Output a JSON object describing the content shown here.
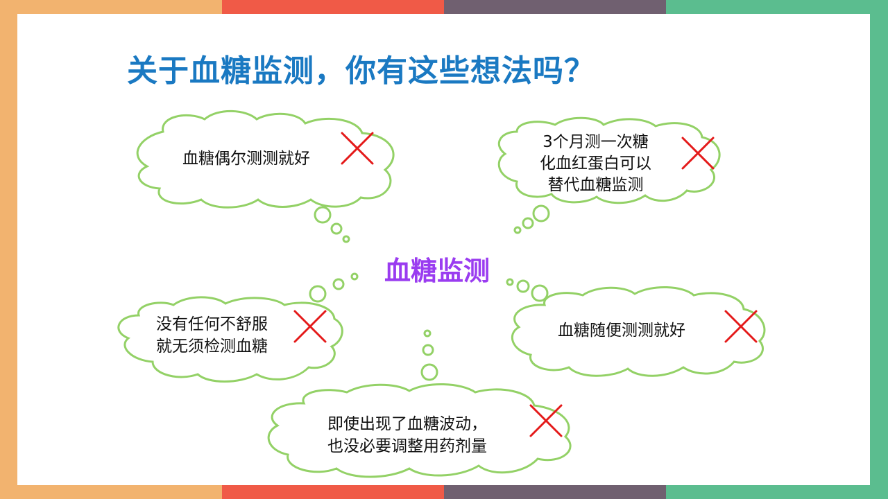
{
  "colors": {
    "orange": "#f2b36f",
    "red": "#f05a47",
    "plum": "#706070",
    "green": "#5bbd8f",
    "title_blue": "#1a79c2",
    "center_purple": "#9a3cf0",
    "cloud_outline": "#93d166",
    "cross_red": "#e41a1a"
  },
  "title": "关于血糖监测，你有这些想法吗？",
  "center": "血糖监测",
  "bubbles": [
    {
      "lines": [
        "血糖偶尔测测就好"
      ],
      "mark": "cross-icon"
    },
    {
      "lines": [
        "3个月测一次糖",
        "化血红蛋白可以",
        "替代血糖监测"
      ],
      "mark": "cross-icon"
    },
    {
      "lines": [
        "没有任何不舒服",
        "就无须检测血糖"
      ],
      "mark": "cross-icon"
    },
    {
      "lines": [
        "血糖随便测测就好"
      ],
      "mark": "cross-icon"
    },
    {
      "lines": [
        "即使出现了血糖波动，",
        "也没必要调整用药剂量"
      ],
      "mark": "cross-icon"
    }
  ]
}
